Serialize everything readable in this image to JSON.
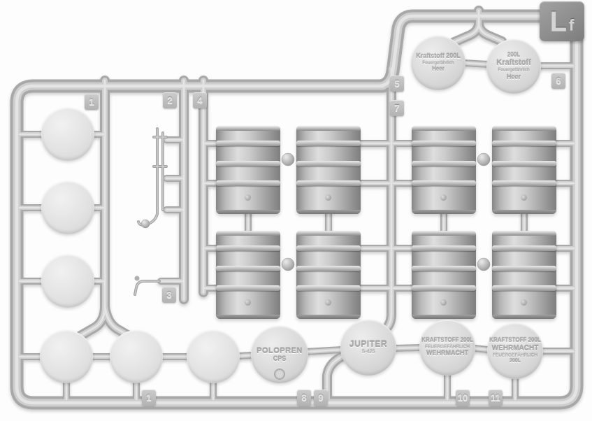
{
  "sprue": {
    "letter": "L",
    "sub_letter": "f",
    "plastic_color": "#c6c6c6",
    "badge_color": "#8f8f8f",
    "background_color": "#fdfdfd"
  },
  "tags": {
    "n1": "1",
    "n1b": "1",
    "n2": "2",
    "n3": "3",
    "n4": "4",
    "n5": "5",
    "n6": "6",
    "n7": "7",
    "n8": "8",
    "n9": "9",
    "n10": "10",
    "n11": "11"
  },
  "lids": {
    "heer_small": {
      "lines": [
        "Kraftstoff 200L",
        "Feuergefährlich",
        "Heer"
      ]
    },
    "heer_large": {
      "lines": [
        "200L",
        "Kraftstoff",
        "Feuergefährlich",
        "Heer"
      ]
    },
    "polopren": {
      "lines": [
        "POLOPREN",
        "CPS"
      ]
    },
    "jupiter": {
      "lines": [
        "JUPITER",
        "S-425"
      ]
    },
    "wehrmacht_a": {
      "lines": [
        "KRAFTSTOFF 200L",
        "FEUERGEFÄHRLICH",
        "WEHRMACHT"
      ]
    },
    "wehrmacht_b": {
      "lines": [
        "KRAFTSTOFF 200L",
        "WEHRMACHT",
        "FEUERGEFÄHRLICH",
        "200L"
      ]
    }
  }
}
